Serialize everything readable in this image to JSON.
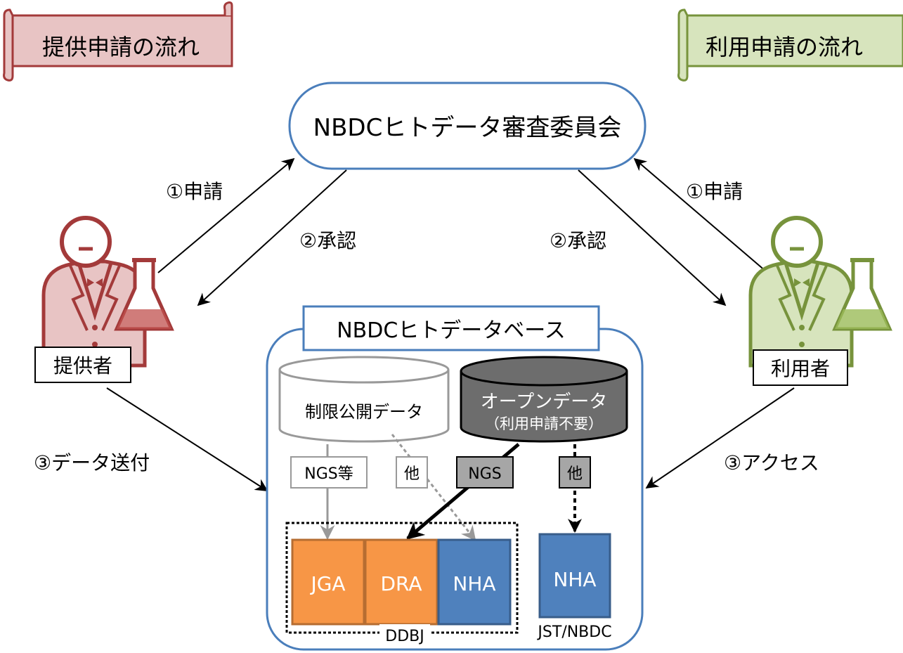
{
  "banners": {
    "left": "提供申請の流れ",
    "right": "利用申請の流れ"
  },
  "committee": "NBDCヒトデータ審査委員会",
  "arrows": {
    "left_apply": "①申請",
    "left_approve": "②承認",
    "left_send": "③データ送付",
    "right_apply": "①申請",
    "right_approve": "②承認",
    "right_access": "③アクセス"
  },
  "people": {
    "provider": "提供者",
    "user": "利用者"
  },
  "database": {
    "title": "NBDCヒトデータベース",
    "restricted": "制限公開データ",
    "open_line1": "オープンデータ",
    "open_line2": "（利用申請不要）",
    "tag_ngs_etc": "NGS等",
    "tag_other_1": "他",
    "tag_ngs": "NGS",
    "tag_other_2": "他",
    "jga": "JGA",
    "dra": "DRA",
    "nha_ddbj": "NHA",
    "nha_jst": "NHA",
    "ddbj_label": "DDBJ",
    "jst_label": "JST/NBDC"
  },
  "colors": {
    "red": "#a33a3a",
    "red_fill": "#e8c4c4",
    "green": "#77933c",
    "green_fill": "#d7e4bd",
    "blue": "#4a7ebb",
    "orange": "#f79646",
    "dark_gray": "#6d6d6d"
  },
  "icons": [
    "scroll-banner-icon",
    "researcher-icon",
    "flask-icon",
    "database-cylinder-icon"
  ]
}
